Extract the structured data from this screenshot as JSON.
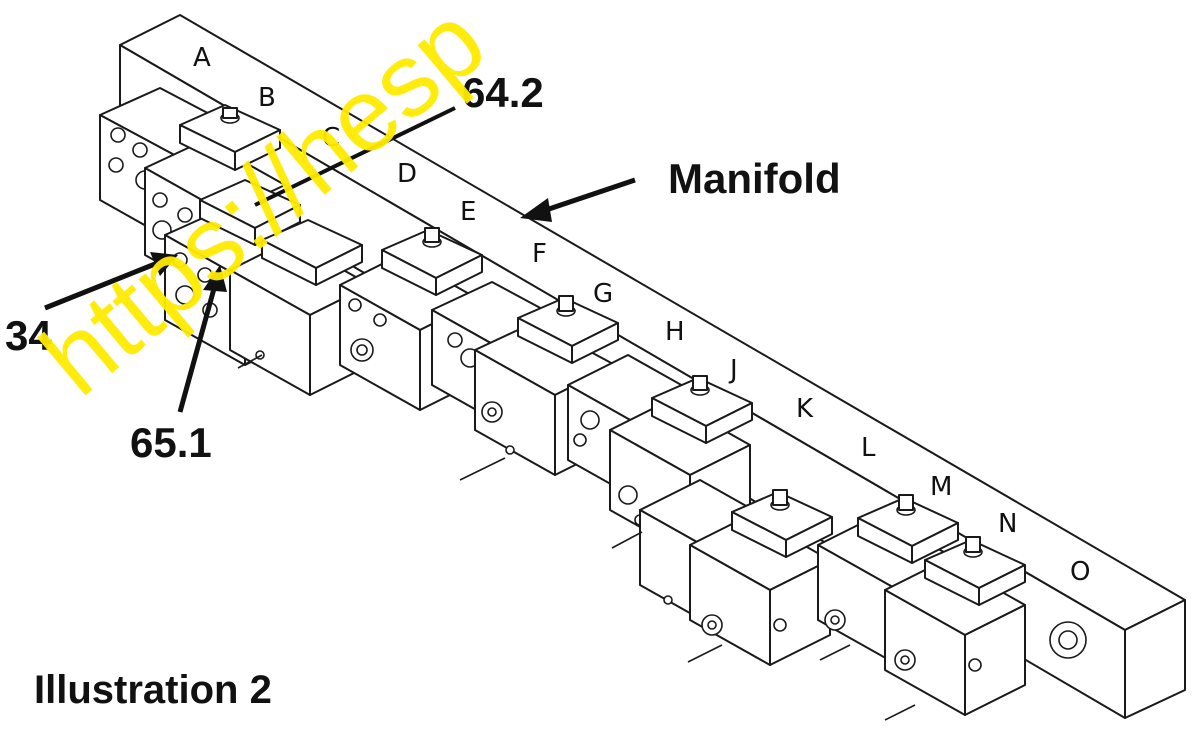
{
  "diagram": {
    "caption": "Illustration 2",
    "callouts": {
      "manifold": "Manifold",
      "c34": "34",
      "c64_2": "64.2",
      "c65_1": "65.1"
    },
    "valve_labels": [
      "A",
      "B",
      "C",
      "D",
      "E",
      "F",
      "G",
      "H",
      "J",
      "K",
      "L",
      "M",
      "N",
      "O"
    ],
    "watermark": "https://hesp"
  }
}
